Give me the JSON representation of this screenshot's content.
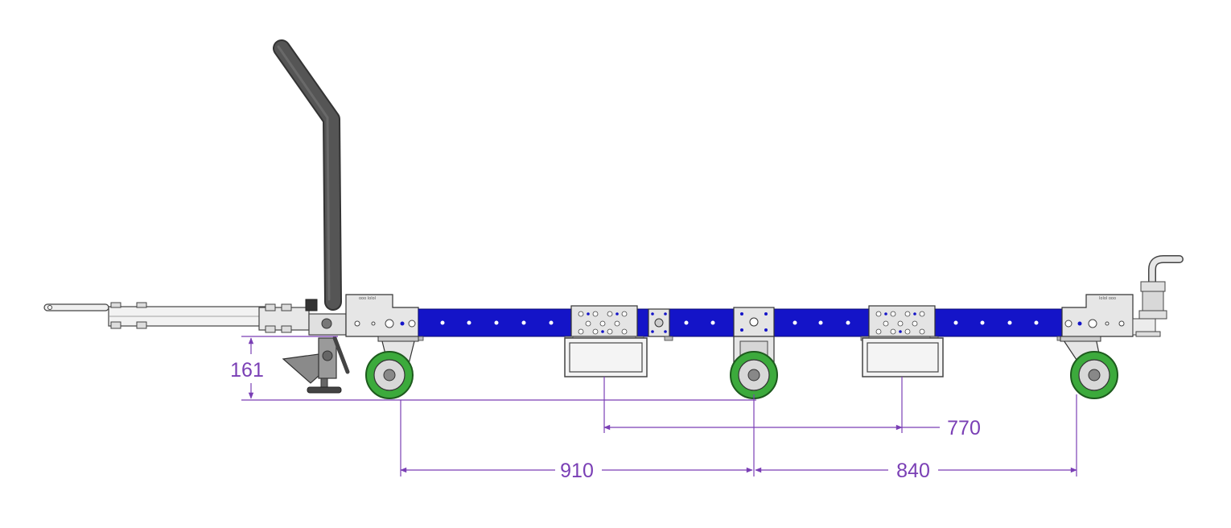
{
  "colors": {
    "dimension": "#7a3fb5",
    "frame_blue": "#1414c8",
    "wheel_green": "#3caa3c",
    "handle_dark": "#4a4a4a",
    "steel_light": "#e4e4e4",
    "outline": "#333333"
  },
  "dimensions": {
    "height_label": "161",
    "inner_span_label": "770",
    "left_span_label": "910",
    "right_span_label": "840"
  },
  "icons": {
    "handle": "tow-handle-icon",
    "wheel": "castor-wheel-icon",
    "brake": "floor-brake-icon",
    "hitch": "hitch-coupler-icon"
  }
}
